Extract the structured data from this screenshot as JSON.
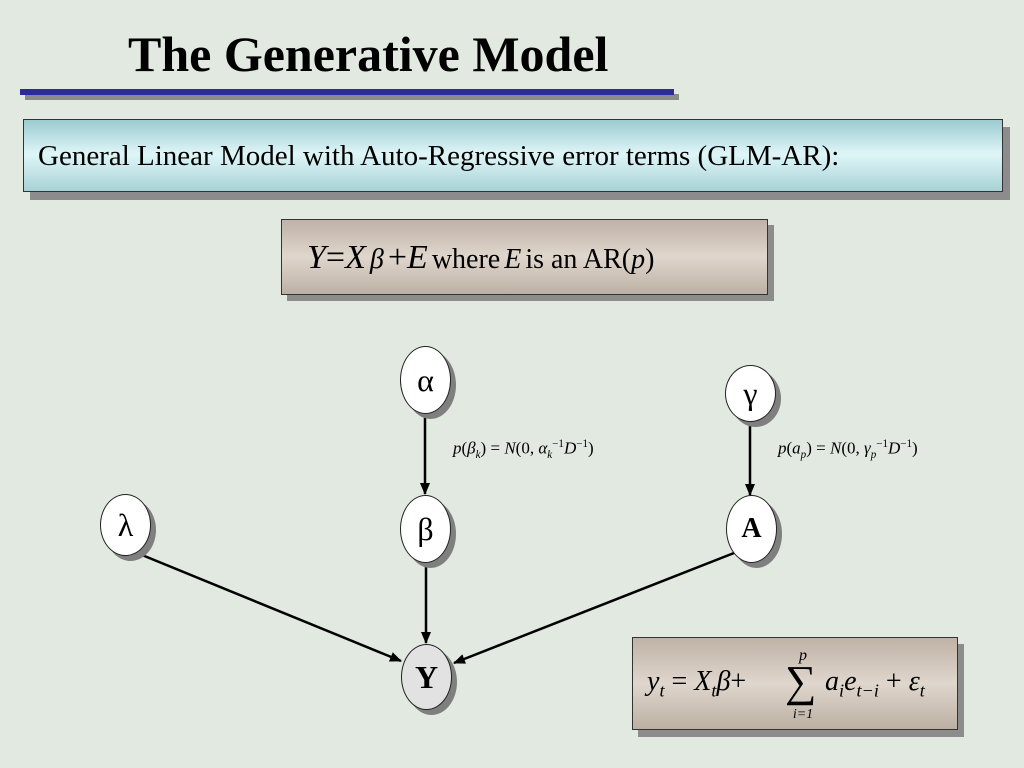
{
  "slide": {
    "title": "The Generative Model",
    "subtitle": "General Linear Model with Auto-Regressive error terms (GLM-AR):"
  },
  "main_equation": {
    "Y": "Y",
    "eq": "=",
    "X": "X",
    "beta": "β",
    "plus": "+",
    "E": "E",
    "where": "where",
    "E2": "E",
    "is_an": "is an AR(",
    "p": "p",
    "close": ")"
  },
  "nodes": {
    "alpha": "α",
    "gamma": "γ",
    "lambda": "λ",
    "beta": "β",
    "A": "A",
    "Y": "Y"
  },
  "priors": {
    "beta_prior": {
      "p": "p",
      "open": "(",
      "var": "β",
      "sub": "k",
      "close": ")",
      "eq": " = ",
      "N": "N",
      "args": "(0, ",
      "prec": "α",
      "prec_sub": "k",
      "prec_sup": "−1",
      "D": "D",
      "D_sup": "−1",
      "end": ")"
    },
    "a_prior": {
      "p": "p",
      "open": "(",
      "var": "a",
      "sub": "p",
      "close": ")",
      "eq": " = ",
      "N": "N",
      "args": "(0, ",
      "prec": "γ",
      "prec_sub": "p",
      "prec_sup": "−1",
      "D": "D",
      "D_sup": "−1",
      "end": ")"
    }
  },
  "ar_equation": {
    "y": "y",
    "y_sub": "t",
    "eq": "=",
    "X": "X",
    "X_sub": "t",
    "beta": "β",
    "plus1": "+",
    "sum": "∑",
    "sum_top": "p",
    "sum_bottom": "i=1",
    "a": "a",
    "a_sub": "i",
    "e": "e",
    "e_sub": "t−i",
    "plus2": "+",
    "eps": "ε",
    "eps_sub": "t"
  }
}
